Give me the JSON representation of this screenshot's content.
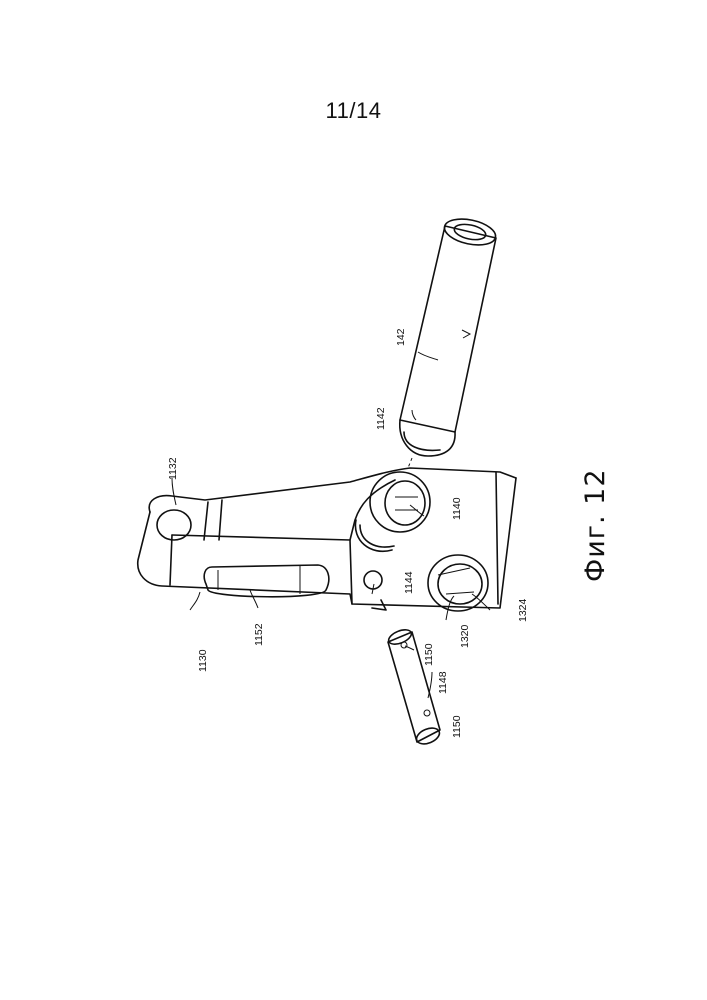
{
  "page": {
    "number": "11/14"
  },
  "figure": {
    "caption": "Фиг. 12",
    "labels": {
      "l1130": "1130",
      "l1132": "1132",
      "l1152": "1152",
      "l1144": "1144",
      "l1140": "1140",
      "l1142": "1142",
      "l142": "142",
      "l1320": "1320",
      "l1324": "1324",
      "l1150a": "1150",
      "l1150b": "1150",
      "l1148": "1148"
    }
  }
}
